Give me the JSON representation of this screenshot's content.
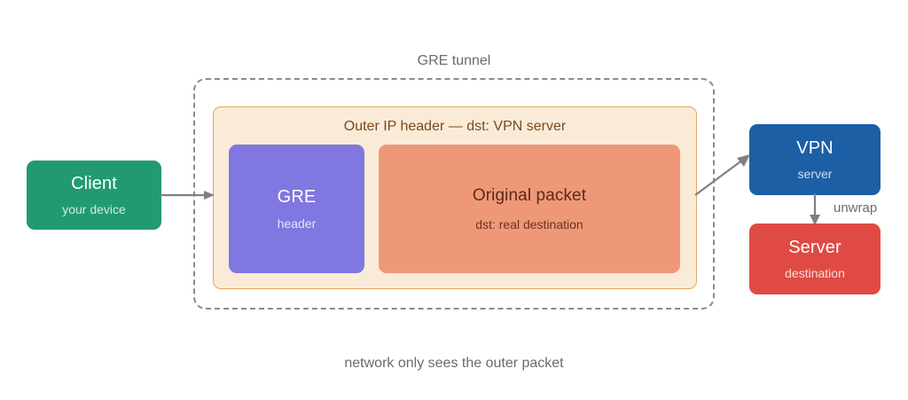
{
  "diagram": {
    "tunnel": {
      "label": "GRE tunnel"
    },
    "outer_header": {
      "label": "Outer IP header — dst: VPN server"
    },
    "nodes": {
      "client": {
        "title": "Client",
        "subtitle": "your device",
        "color": "#219A71"
      },
      "gre_header": {
        "title": "GRE",
        "subtitle": "header",
        "color": "#8077E0"
      },
      "original_packet": {
        "title": "Original packet",
        "subtitle": "dst: real destination",
        "color": "#EF9878"
      },
      "vpn": {
        "title": "VPN",
        "subtitle": "server",
        "color": "#1C5FA5"
      },
      "server": {
        "title": "Server",
        "subtitle": "destination",
        "color": "#E04A44"
      }
    },
    "edges": {
      "client_to_tunnel": {
        "label": ""
      },
      "tunnel_to_vpn": {
        "label": ""
      },
      "vpn_to_server": {
        "label": "unwrap"
      }
    },
    "caption": "network only sees the outer packet",
    "colors": {
      "outer_header_fill": "#FAEBD8",
      "outer_header_stroke": "#E2A85C",
      "tunnel_stroke": "#8a8a8a",
      "arrow": "#808080",
      "muted_text": "#6b6b6b",
      "outer_header_text": "#7A4A1E"
    }
  }
}
